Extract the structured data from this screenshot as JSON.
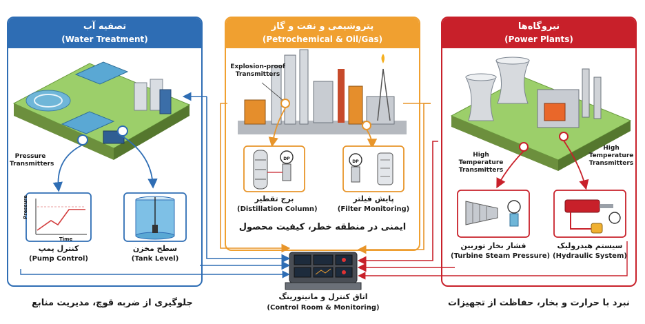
{
  "water": {
    "title_fa": "تصفیه آب",
    "title_en": "(Water Treatment)",
    "sensor_label": "Pressure\nTransmitters",
    "pump": {
      "fa": "کنترل پمپ",
      "en": "(Pump Control)",
      "axis_y": "Pressure",
      "axis_x": "Time"
    },
    "tank": {
      "fa": "سطح مخزن",
      "en": "(Tank Level)"
    },
    "footer": "جلوگیری از ضربه قوچ، مدیریت منابع",
    "color": "#2e6db4"
  },
  "petro": {
    "title_fa": "پتروشیمی و نفت و گاز",
    "title_en": "(Petrochemical & Oil/Gas)",
    "sensor_label": "Explosion-proof\nTransmitters",
    "column": {
      "fa": "برج تقطیر",
      "en": "(Distillation Column)",
      "dp": "DP"
    },
    "filter": {
      "fa": "پایش فیلتر",
      "en": "(Filter Monitoring)",
      "dp": "DP"
    },
    "footer": "ایمنی در منطقه خطر، کیفیت محصول",
    "color": "#f0a030"
  },
  "power": {
    "title_fa": "نیروگاه‌ها",
    "title_en": "(Power Plants)",
    "sensor_left": "High\nTemperature\nTransmitters",
    "sensor_right": "High\nTemperature\nTransmitters",
    "turbine": {
      "fa": "فشار بخار توربین",
      "en": "(Turbine Steam Pressure)"
    },
    "hydraulic": {
      "fa": "سیستم هیدرولیک",
      "en": "(Hydraulic System)"
    },
    "footer": "نبرد با حرارت و بخار، حفاظت از تجهیزات",
    "color": "#c8202a"
  },
  "control_room": {
    "fa": "اتاق کنترل و مانیتورینگ",
    "en": "(Control Room & Monitoring)"
  }
}
